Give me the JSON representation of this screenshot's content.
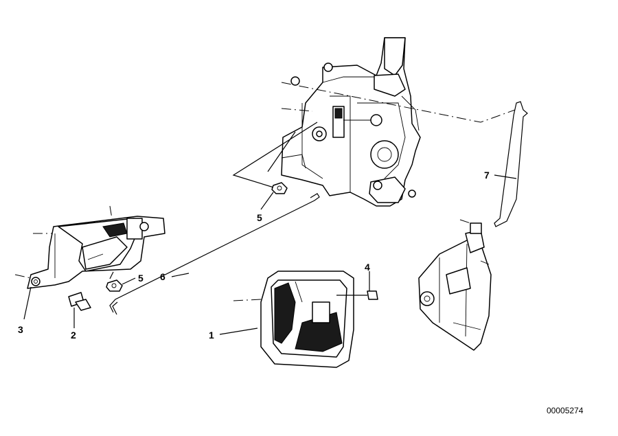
{
  "diagram": {
    "callouts": {
      "c1": "1",
      "c2": "2",
      "c3": "3",
      "c4": "4",
      "c5a": "5",
      "c5b": "5",
      "c6": "6",
      "c7": "7"
    },
    "document_number": "00005274"
  }
}
